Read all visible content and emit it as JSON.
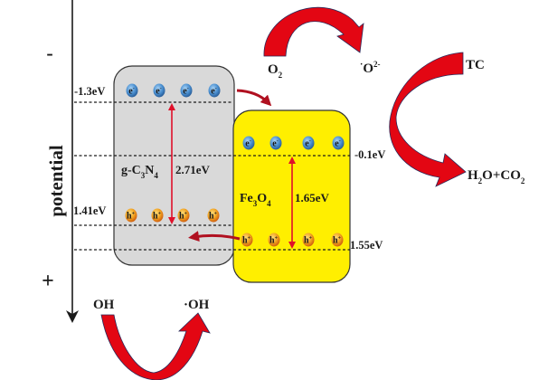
{
  "axis": {
    "title": "potential",
    "top_sign": "-",
    "bottom_sign": "+"
  },
  "materials": [
    {
      "name_parts": [
        "g-C",
        "3",
        "N",
        "4"
      ],
      "bandgap": "2.71eV",
      "cb_label": "-1.3eV",
      "vb_label": "1.41eV",
      "fill": "#d9d9d9",
      "electrons": 4,
      "holes": 4
    },
    {
      "name_parts": [
        "Fe",
        "3",
        "O",
        "4"
      ],
      "bandgap": "1.65eV",
      "cb_label": "-0.1eV",
      "vb_label": "1.55eV",
      "fill": "#ffef00",
      "electrons": 4,
      "holes": 4
    }
  ],
  "carriers": {
    "electron_symbol": "e",
    "electron_charge": "-",
    "hole_symbol": "h",
    "hole_charge": "+"
  },
  "reactions": {
    "o2_reactant": "O",
    "o2_reactant_sub": "2",
    "o2_product_dot": "·",
    "o2_product": "O",
    "o2_product_sup": "2-",
    "pollutant": "TC",
    "degradation_product_parts": [
      "H",
      "2",
      "O+CO",
      "2"
    ],
    "oh_reactant": "OH",
    "oh_product": "·OH"
  },
  "colors": {
    "arrow_red": "#e30613",
    "arrow_outline": "#2b2a5a",
    "electron_blue": "#4a8fd0",
    "hole_orange": "#f0a020",
    "gap_arrow": "#e0102a",
    "transfer_arrow": "#b01020"
  }
}
